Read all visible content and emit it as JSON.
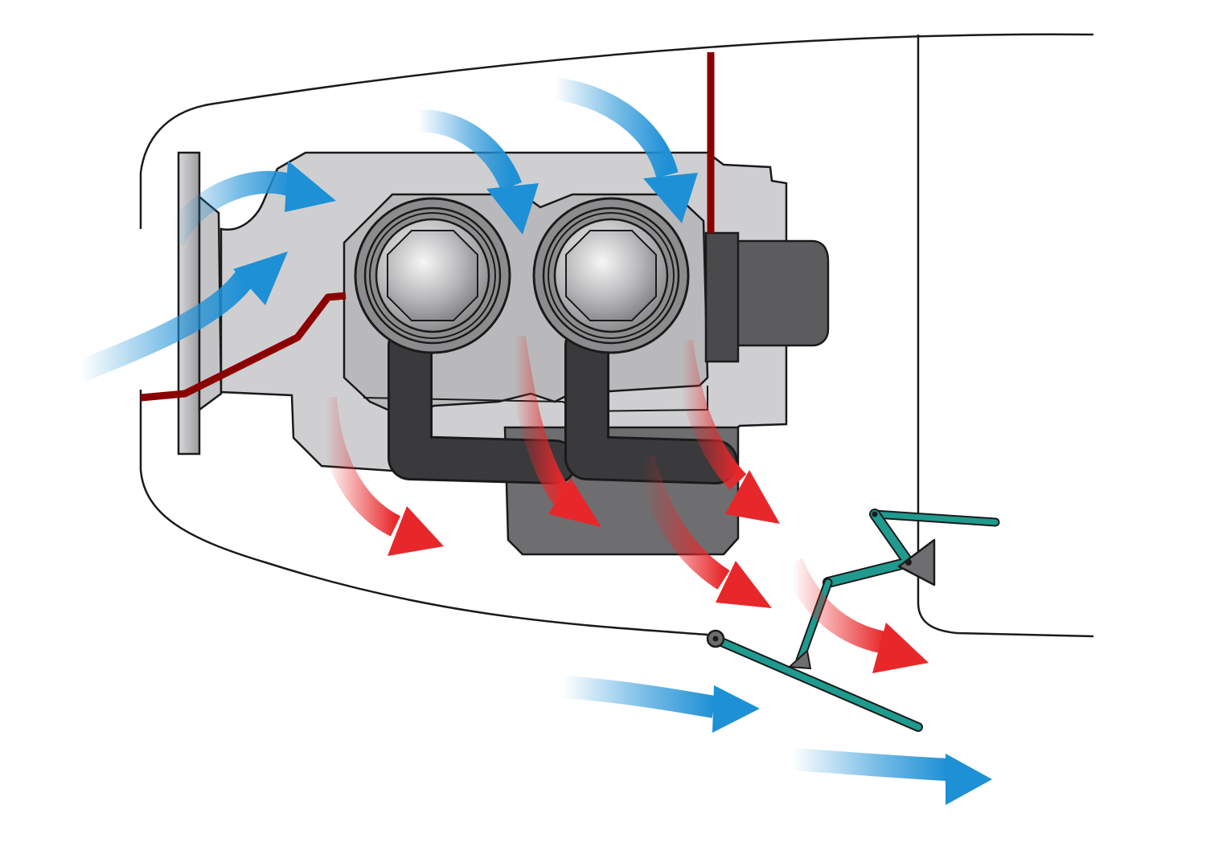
{
  "diagram": {
    "title": "",
    "colors": {
      "background": "#ffffff",
      "outline": "#1a1a1a",
      "engine_case": "#cfcfd1",
      "engine_case_dark": "#a9a9ab",
      "oil_pan": "#6e6e70",
      "cylinder_head": "#8c8c8e",
      "exhaust_pipe": "#3a3a3c",
      "firewall_plate": "#b8b8ba",
      "control_cable": "#8b0000",
      "cowl_flap_linkage": "#1e9b8e",
      "cooling_air_in": "#1e90d6",
      "heated_air_out": "#e8272a"
    },
    "components": [
      "engine-cowling",
      "firewall-plate",
      "engine-crankcase",
      "cylinder-head-left",
      "cylinder-head-right",
      "exhaust-pipes",
      "accessory-housing",
      "oil-sump",
      "control-cable",
      "cowl-flap",
      "cowl-flap-linkage"
    ],
    "airflow": {
      "cool_arrows": 6,
      "hot_arrows": 5
    }
  }
}
